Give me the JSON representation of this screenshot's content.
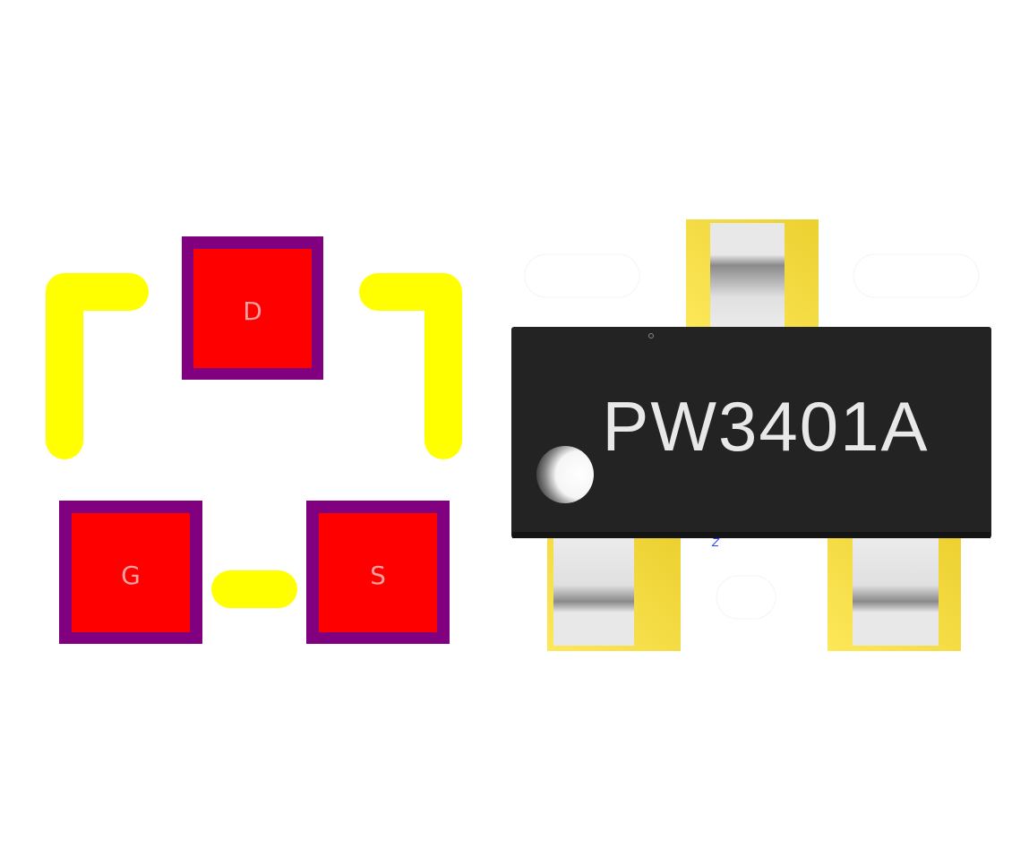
{
  "footprint": {
    "pads": [
      {
        "label": "D"
      },
      {
        "label": "G"
      },
      {
        "label": "S"
      }
    ]
  },
  "model3d": {
    "marking": "PW3401A",
    "axis_label": "Z"
  },
  "colors": {
    "pad_fill": "#ff0000",
    "pad_border": "#800080",
    "silkscreen": "#ffff00",
    "body": "#232323",
    "copper": "#f0d53a",
    "lead": "#e8e8e8"
  }
}
